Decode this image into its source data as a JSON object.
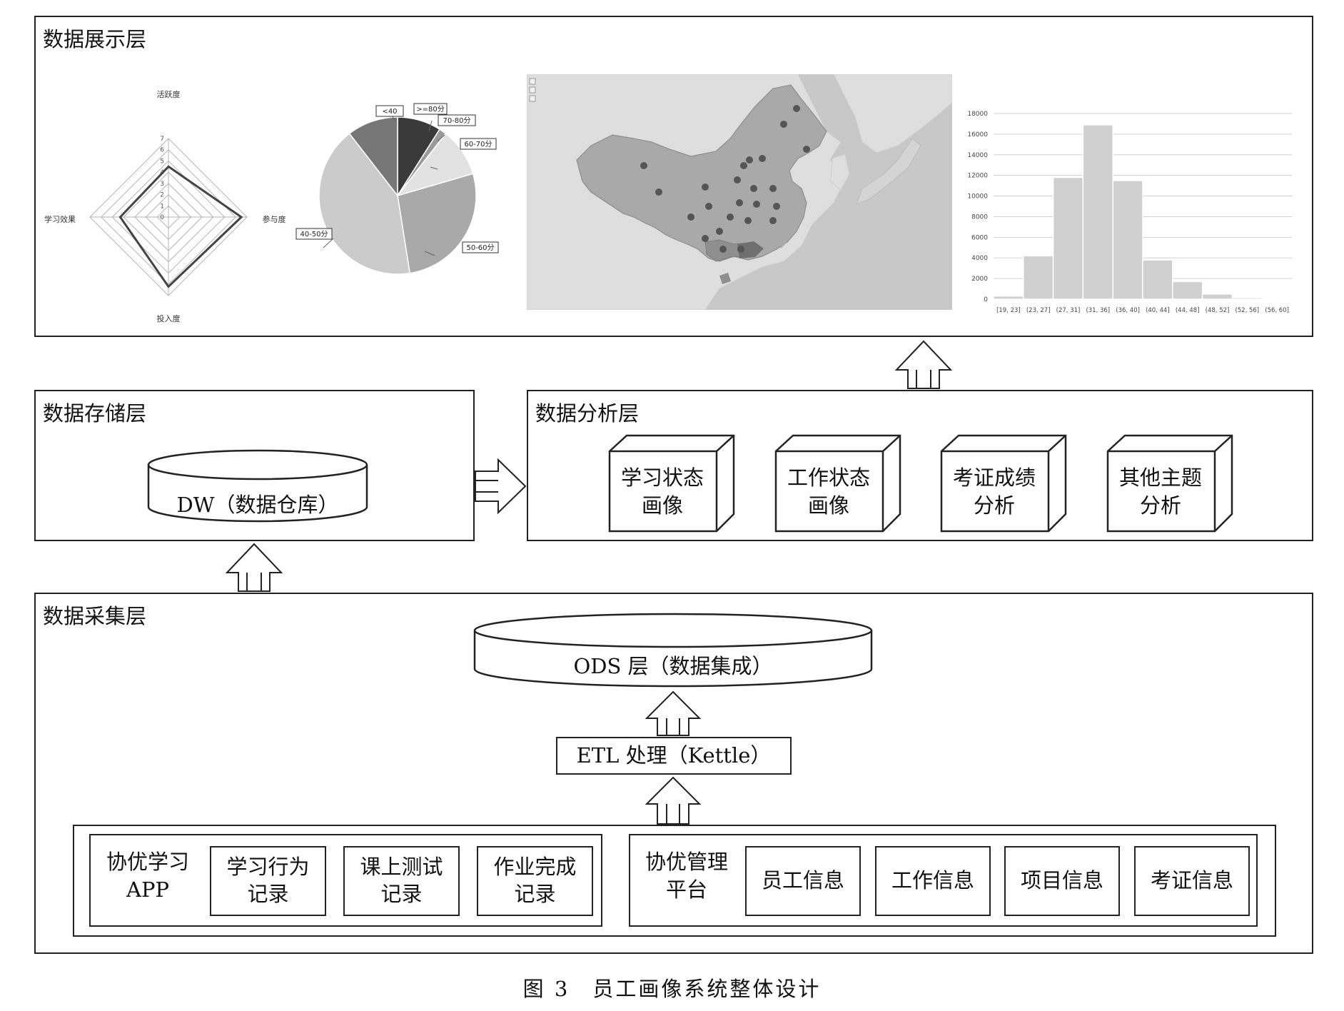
{
  "display_layer": {
    "title": "数据展示层"
  },
  "storage_layer": {
    "title": "数据存储层",
    "db_label": "DW（数据仓库）"
  },
  "analysis_layer": {
    "title": "数据分析层",
    "cubes": [
      {
        "line1": "学习状态",
        "line2": "画像"
      },
      {
        "line1": "工作状态",
        "line2": "画像"
      },
      {
        "line1": "考证成绩",
        "line2": "分析"
      },
      {
        "line1": "其他主题",
        "line2": "分析"
      }
    ]
  },
  "collection_layer": {
    "title": "数据采集层",
    "ods_label": "ODS 层（数据集成）",
    "etl_label": "ETL 处理（Kettle）",
    "app_group": {
      "label_line1": "协优学习",
      "label_line2": "APP",
      "items": [
        {
          "line1": "学习行为",
          "line2": "记录"
        },
        {
          "line1": "课上测试",
          "line2": "记录"
        },
        {
          "line1": "作业完成",
          "line2": "记录"
        }
      ]
    },
    "platform_group": {
      "label_line1": "协优管理",
      "label_line2": "平台",
      "items": [
        "员工信息",
        "工作信息",
        "项目信息",
        "考证信息"
      ]
    }
  },
  "caption": "图 3　员工画像系统整体设计",
  "chart_data": [
    {
      "type": "radar",
      "axes": [
        "活跃度",
        "参与度",
        "投入度",
        "学习效果"
      ],
      "scale_ticks": [
        "0",
        "1",
        "2",
        "3",
        "4",
        "5",
        "6",
        "7"
      ],
      "range": [
        0,
        7
      ],
      "values": [
        4.5,
        6.5,
        6.2,
        4.3
      ]
    },
    {
      "type": "pie",
      "labels": [
        ">=80分",
        "70-80分",
        "60-70分",
        "50-60分",
        "40-50分",
        "<40"
      ],
      "values": [
        9,
        1.5,
        10,
        27,
        42,
        10.5
      ],
      "colors": [
        "#3a3a3a",
        "#9a9a9a",
        "#e2e2e2",
        "#a9a9a9",
        "#cbcbcb",
        "#777777"
      ]
    },
    {
      "type": "map",
      "colors": {
        "sea": "#c8c8c8",
        "land": "#dedede",
        "region": "#a9a9a9",
        "marker": "#555555"
      }
    },
    {
      "type": "bar",
      "categories": [
        "[19, 23]",
        "(23, 27]",
        "(27, 31]",
        "(31, 36]",
        "(36, 40]",
        "(40, 44]",
        "(44, 48]",
        "(48, 52]",
        "(52, 56]",
        "(56, 60]"
      ],
      "values": [
        300,
        4200,
        11800,
        16900,
        11500,
        3800,
        1700,
        500,
        150,
        50
      ],
      "yticks": [
        "0",
        "2000",
        "4000",
        "6000",
        "8000",
        "10000",
        "12000",
        "14000",
        "16000",
        "18000"
      ],
      "ylim": [
        0,
        18000
      ],
      "grid": true,
      "colors": {
        "bar": "#cfcfcf",
        "edge": "#ffffff"
      }
    }
  ]
}
